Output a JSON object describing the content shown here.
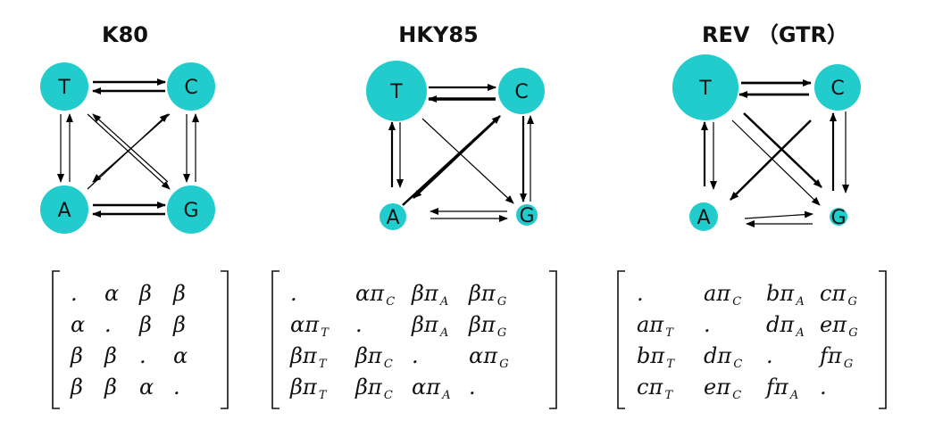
{
  "colors": {
    "node": "#22CCCC",
    "arrow": "#000000",
    "text": "#111111"
  },
  "panels": [
    {
      "title": "K80",
      "nodes": {
        "T": "T",
        "C": "C",
        "A": "A",
        "G": "G"
      },
      "matrix": [
        [
          {
            "b": "."
          },
          {
            "b": "α"
          },
          {
            "b": "β"
          },
          {
            "b": "β"
          }
        ],
        [
          {
            "b": "α"
          },
          {
            "b": "."
          },
          {
            "b": "β"
          },
          {
            "b": "β"
          }
        ],
        [
          {
            "b": "β"
          },
          {
            "b": "β"
          },
          {
            "b": "."
          },
          {
            "b": "α"
          }
        ],
        [
          {
            "b": "β"
          },
          {
            "b": "β"
          },
          {
            "b": "α"
          },
          {
            "b": "."
          }
        ]
      ]
    },
    {
      "title": "HKY85",
      "nodes": {
        "T": "T",
        "C": "C",
        "A": "A",
        "G": "G"
      },
      "matrix": [
        [
          {
            "b": "."
          },
          {
            "b": "απ",
            "s": "C"
          },
          {
            "b": "βπ",
            "s": "A"
          },
          {
            "b": "βπ",
            "s": "G"
          }
        ],
        [
          {
            "b": "απ",
            "s": "T"
          },
          {
            "b": "."
          },
          {
            "b": "βπ",
            "s": "A"
          },
          {
            "b": "βπ",
            "s": "G"
          }
        ],
        [
          {
            "b": "βπ",
            "s": "T"
          },
          {
            "b": "βπ",
            "s": "C"
          },
          {
            "b": "."
          },
          {
            "b": "απ",
            "s": "G"
          }
        ],
        [
          {
            "b": "βπ",
            "s": "T"
          },
          {
            "b": "βπ",
            "s": "C"
          },
          {
            "b": "απ",
            "s": "A"
          },
          {
            "b": "."
          }
        ]
      ]
    },
    {
      "title": "REV （GTR）",
      "nodes": {
        "T": "T",
        "C": "C",
        "A": "A",
        "G": "G"
      },
      "matrix": [
        [
          {
            "b": "."
          },
          {
            "b": "aπ",
            "s": "C"
          },
          {
            "b": "bπ",
            "s": "A"
          },
          {
            "b": "cπ",
            "s": "G"
          }
        ],
        [
          {
            "b": "aπ",
            "s": "T"
          },
          {
            "b": "."
          },
          {
            "b": "dπ",
            "s": "A"
          },
          {
            "b": "eπ",
            "s": "G"
          }
        ],
        [
          {
            "b": "bπ",
            "s": "T"
          },
          {
            "b": "dπ",
            "s": "C"
          },
          {
            "b": "."
          },
          {
            "b": "fπ",
            "s": "G"
          }
        ],
        [
          {
            "b": "cπ",
            "s": "T"
          },
          {
            "b": "eπ",
            "s": "C"
          },
          {
            "b": "fπ",
            "s": "A"
          },
          {
            "b": "."
          }
        ]
      ]
    }
  ]
}
